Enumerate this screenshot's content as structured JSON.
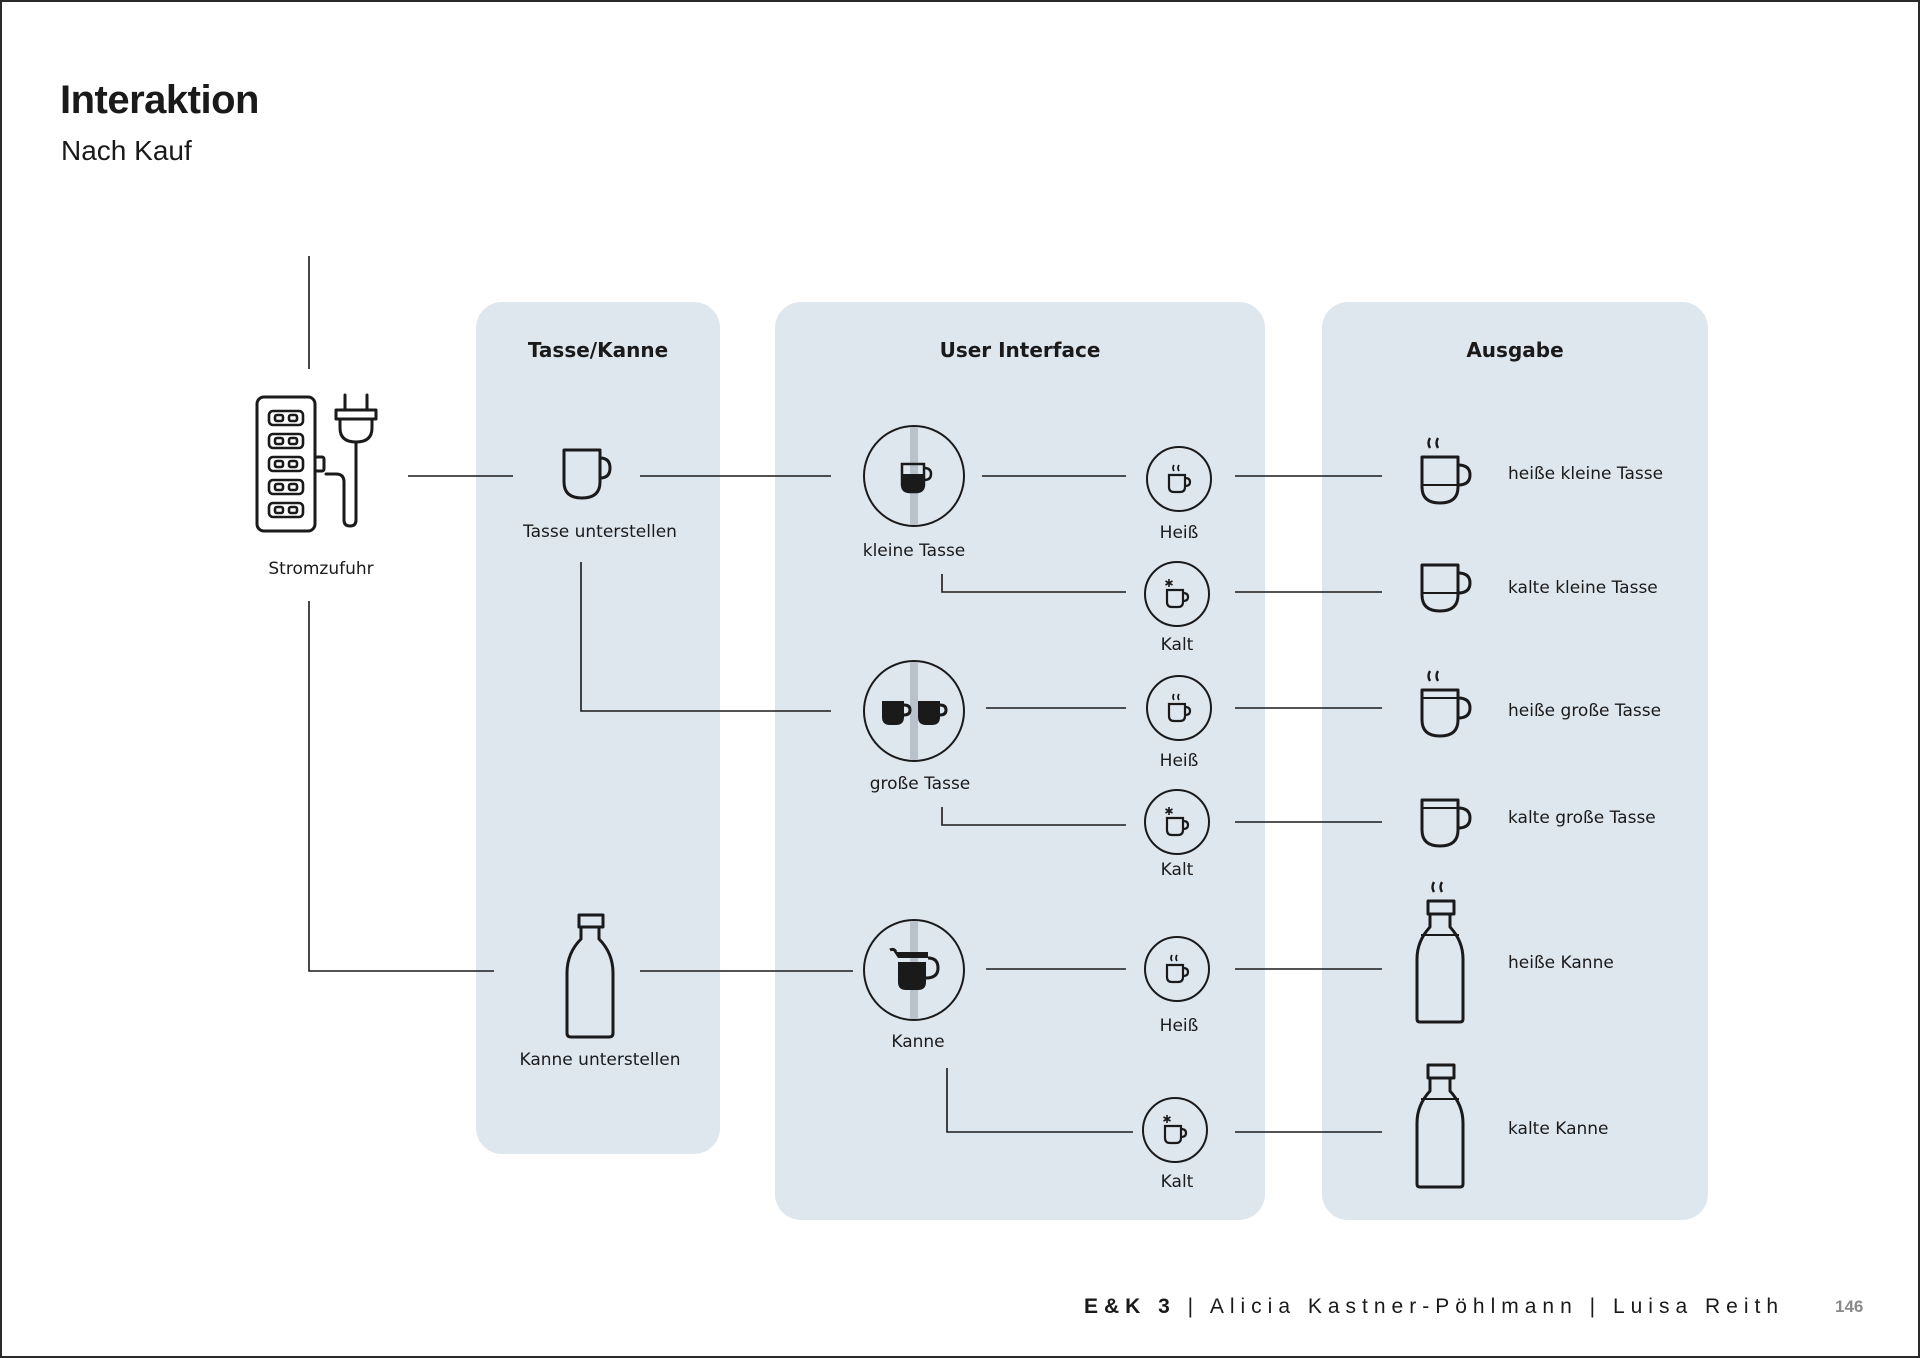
{
  "header": {
    "title": "Interaktion",
    "subtitle": "Nach Kauf"
  },
  "power": {
    "label": "Stromzufuhr"
  },
  "columns": {
    "cup_pot": {
      "title": "Tasse/Kanne",
      "cup_label": "Tasse unterstellen",
      "pot_label": "Kanne unterstellen"
    },
    "ui": {
      "title": "User Interface",
      "small_cup": "kleine Tasse",
      "large_cup": "große Tasse",
      "pot": "Kanne",
      "hot_1": "Heiß",
      "cold_1": "Kalt",
      "hot_2": "Heiß",
      "cold_2": "Kalt",
      "hot_3": "Heiß",
      "cold_3": "Kalt"
    },
    "output": {
      "title": "Ausgabe",
      "items": [
        "heiße kleine Tasse",
        "kalte kleine Tasse",
        "heiße große Tasse",
        "kalte große Tasse",
        "heiße Kanne",
        "kalte Kanne"
      ]
    }
  },
  "footer": {
    "course": "E&K 3",
    "sep": "|",
    "author1": "Alicia Kastner-Pöhlmann",
    "author2": "Luisa Reith",
    "page": "146"
  },
  "colors": {
    "panel": "#dfe7ee",
    "ink": "#1a1a1a",
    "divider": "#b9c2ca"
  },
  "icons": [
    "power-strip-icon",
    "plug-icon",
    "cup-icon",
    "bottle-icon",
    "steam-icon",
    "snowflake-icon",
    "jug-icon"
  ]
}
